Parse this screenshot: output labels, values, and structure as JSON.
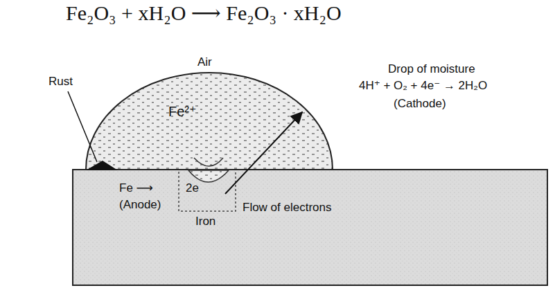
{
  "diagram": {
    "labels": [
      "Fe₂O₃ + xH₂O ⟶ Fe₂O₃ · xH₂O",
      "Air",
      "Rust",
      "Drop of moisture",
      "4H⁺ + O₂ + 4e⁻ → 2H₂O",
      "(Cathode)",
      "Fe²⁺",
      "Fe ⟶",
      "2e",
      "(Anode)",
      "Iron",
      "Flow of electrons"
    ]
  }
}
